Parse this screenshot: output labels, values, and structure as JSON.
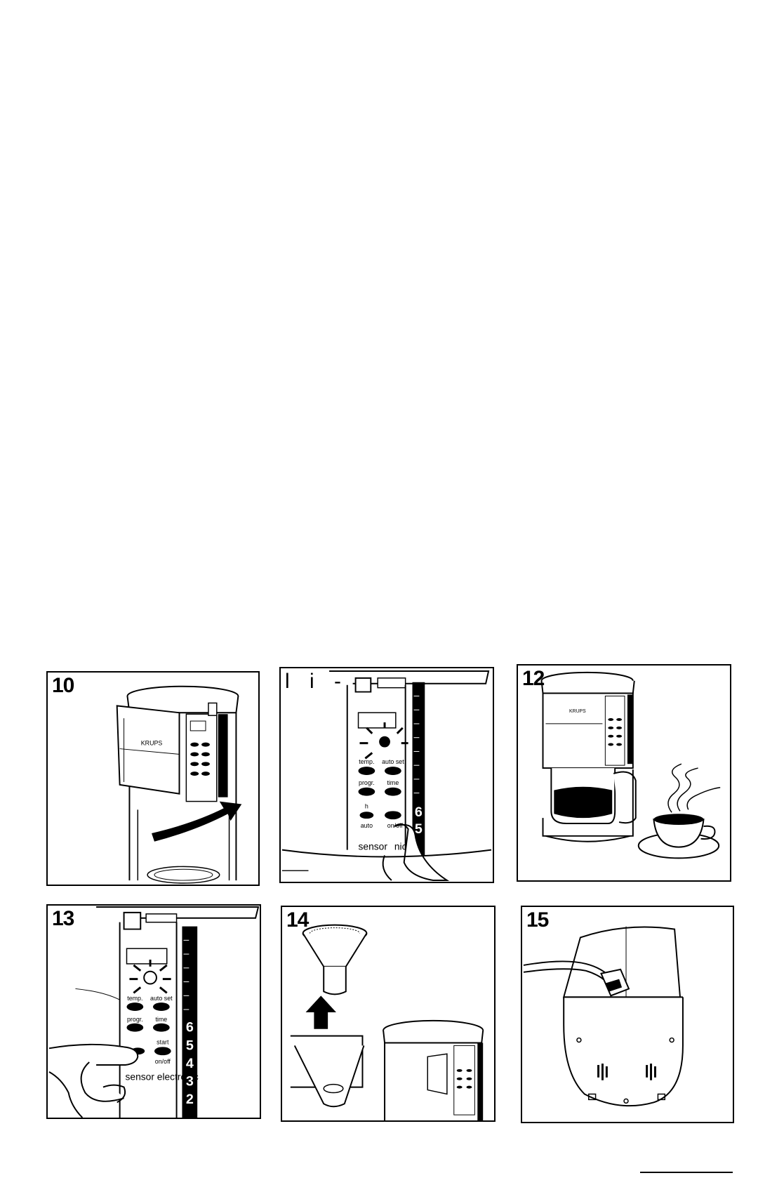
{
  "panels": [
    {
      "number": "10"
    },
    {
      "number": "l i -"
    },
    {
      "number": "12"
    },
    {
      "number": "13"
    },
    {
      "number": "14"
    },
    {
      "number": "15"
    }
  ],
  "device": {
    "brand": "KRUPS",
    "sensor_label": "sensor electronic",
    "sensor_label_partial": "sensor",
    "sensor_label_partial_end": "nic",
    "buttons": {
      "temp": "temp.",
      "auto_set": "auto set",
      "progr": "progr.",
      "time": "time",
      "h": "h",
      "auto": "auto",
      "on_off": "on/off",
      "start": "start"
    },
    "scale_11": [
      "6",
      "5"
    ],
    "scale_13": [
      "6",
      "5",
      "4",
      "3",
      "2"
    ]
  }
}
